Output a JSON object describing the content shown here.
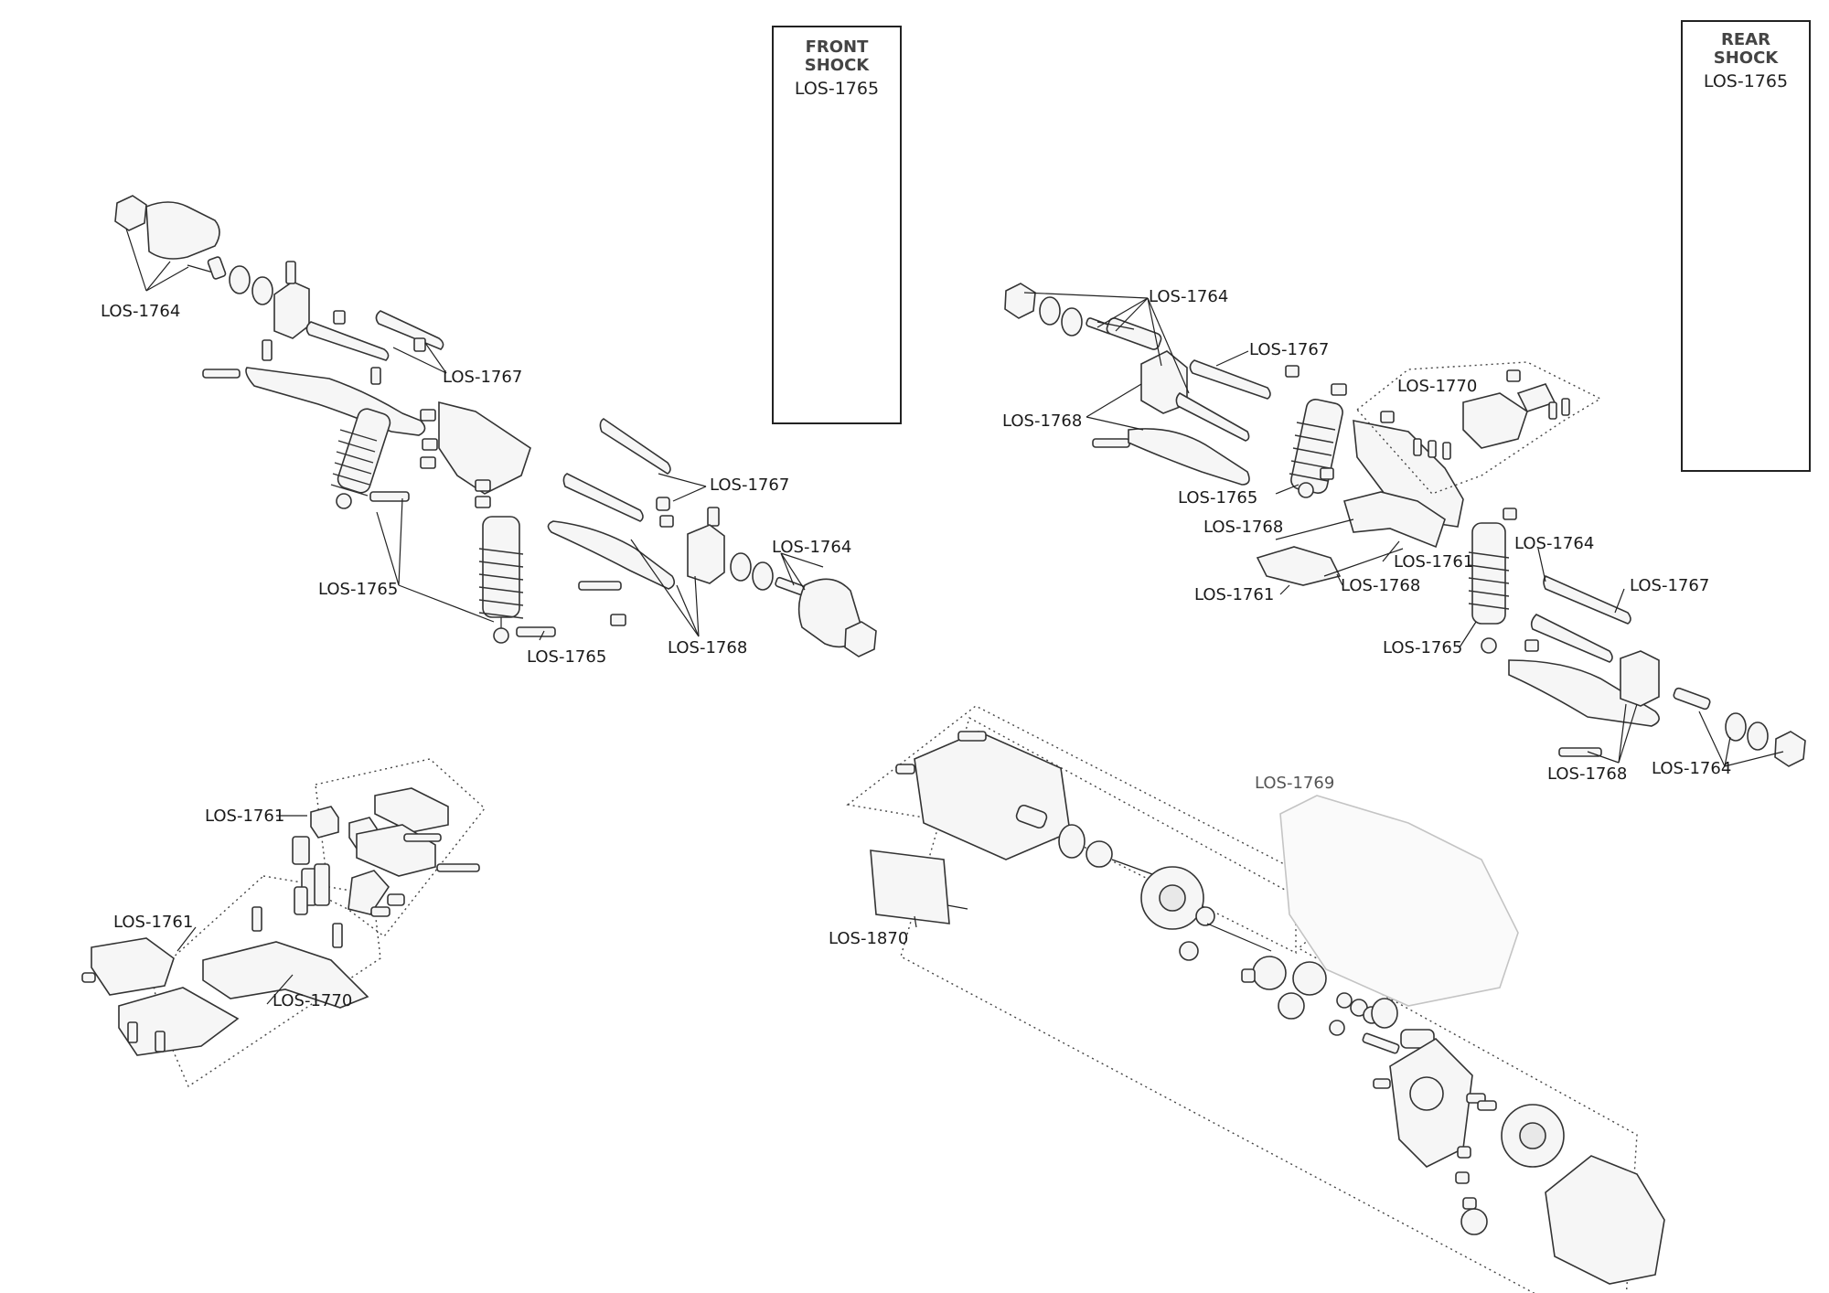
{
  "insets": {
    "front": {
      "title_line1": "FRONT",
      "title_line2": "SHOCK",
      "part": "LOS-1765"
    },
    "rear": {
      "title_line1": "REAR",
      "title_line2": "SHOCK",
      "part": "LOS-1765"
    }
  },
  "callouts": {
    "fl_1764": "LOS-1764",
    "fl_1767a": "LOS-1767",
    "fl_1767b": "LOS-1767",
    "fl_1765a": "LOS-1765",
    "fl_1765b": "LOS-1765",
    "fl_1764b": "LOS-1764",
    "fl_1768": "LOS-1768",
    "rr_1764a": "LOS-1764",
    "rr_1767a": "LOS-1767",
    "rr_1770": "LOS-1770",
    "rr_1768a": "LOS-1768",
    "rr_1765": "LOS-1765",
    "rr_1768b": "LOS-1768",
    "rr_1761a": "LOS-1761",
    "rr_1761b": "LOS-1761",
    "rr_1768c": "LOS-1768",
    "rr_1764b": "LOS-1764",
    "rr_1767b": "LOS-1767",
    "rr_1765b": "LOS-1765",
    "rr_1768d": "LOS-1768",
    "rr_1764c": "LOS-1764",
    "bl_1761a": "LOS-1761",
    "bl_1761b": "LOS-1761",
    "bl_1770": "LOS-1770",
    "tr_1769": "LOS-1769",
    "tr_1870": "LOS-1870"
  },
  "colors": {
    "line": "#222222",
    "part_fill": "#f6f6f6",
    "faint_part": "#c4c4c4"
  }
}
